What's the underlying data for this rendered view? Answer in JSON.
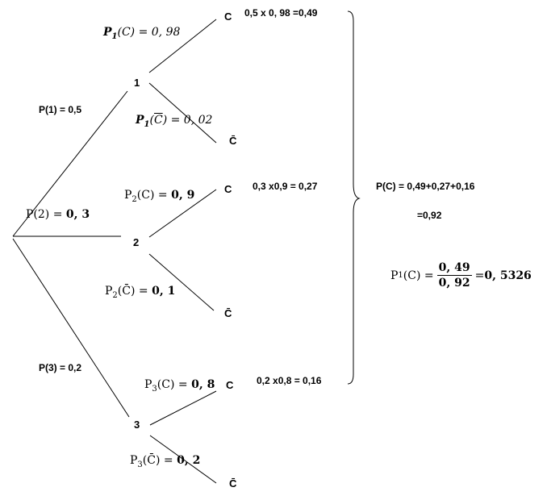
{
  "tree": {
    "nodes": {
      "n1": "1",
      "n2": "2",
      "n3": "3"
    },
    "leaves": {
      "c1": "C",
      "cbar1": "C̄",
      "c2": "C",
      "cbar2": "C̄",
      "c3": "C",
      "cbar3": "C̄"
    },
    "branches": {
      "p1": "P(1) = 0,5",
      "p2_prefix": "P(2) = ",
      "p2_value": "0, 3",
      "p3": "P(3) = 0,2"
    },
    "conditionals": {
      "p1c_sym": "P",
      "p1c_sub": "1",
      "p1c_arg": "(C)",
      "p1c_val": " = 0, 98",
      "p1cbar_sym": "P",
      "p1cbar_sub": "1",
      "p1cbar_arg_open": "(",
      "p1cbar_arg_c": "C",
      "p1cbar_arg_close": ")",
      "p1cbar_val": " = 0, 02",
      "p2c_sym": "P",
      "p2c_sub": "2",
      "p2c_arg": "(C) = ",
      "p2c_val": "0, 9",
      "p2cbar_sym": "P",
      "p2cbar_sub": "2",
      "p2cbar_arg": "(C̄) = ",
      "p2cbar_val": "0, 1",
      "p3c_sym": "P",
      "p3c_sub": "3",
      "p3c_arg": "(C) = ",
      "p3c_val": "0, 8",
      "p3cbar_sym": "P",
      "p3cbar_sub": "3",
      "p3cbar_arg": "(C̄) = ",
      "p3cbar_val": "0, 2"
    },
    "products": {
      "path1": "0,5 x 0, 98 =0,49",
      "path2": "0,3 x0,9 = 0,27",
      "path3": "0,2 x0,8 = 0,16"
    }
  },
  "result": {
    "total_line1": "P(C) = 0,49+0,27+0,16",
    "total_line2": "=0,92",
    "bayes_sym": "P",
    "bayes_sub": "1",
    "bayes_arg": "(C) =",
    "bayes_num": "0, 49",
    "bayes_den": "0, 92",
    "bayes_eq": "= ",
    "bayes_val": "0, 5326"
  }
}
